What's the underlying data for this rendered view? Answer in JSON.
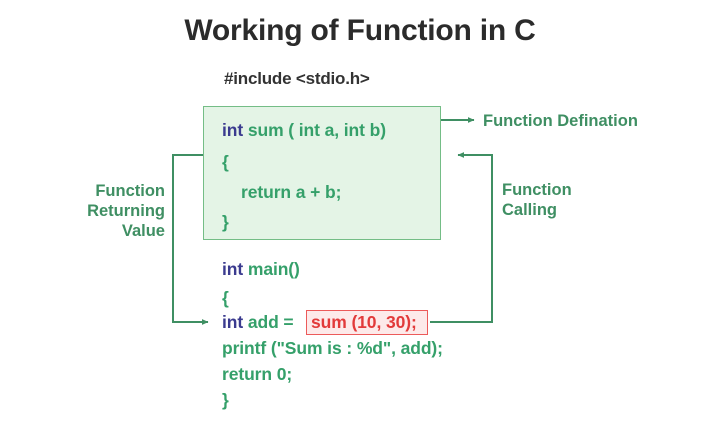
{
  "diagram": {
    "title": "Working of Function in C",
    "background_color": "#ffffff",
    "accent_green": "#35a06a",
    "accent_blue": "#3b3b8f",
    "accent_red": "#e23b3b",
    "box_fill": "#e4f4e6",
    "box_border": "#74bd86",
    "highlight_fill": "#fdeaea",
    "highlight_border": "#ec5a5a"
  },
  "code": {
    "include": "#include <stdio.h>",
    "definition": {
      "line1_keyword": "int",
      "line1_rest": " sum ( int a, int b)",
      "line2": "{",
      "line3": "    return a + b;",
      "line4": "}"
    },
    "main": {
      "line1_keyword": "int",
      "line1_rest": " main()",
      "line2": "{",
      "line3_keyword": "int",
      "line3_rest": " add =",
      "line3_call": "sum (10, 30);",
      "line4": "printf (\"Sum is : %d\", add);",
      "line5": "return 0;",
      "line6": "}"
    }
  },
  "annotations": {
    "function_definition": "Function Defination",
    "function_calling": "Function\nCalling",
    "function_returning_value": "Function\nReturning\nValue"
  }
}
